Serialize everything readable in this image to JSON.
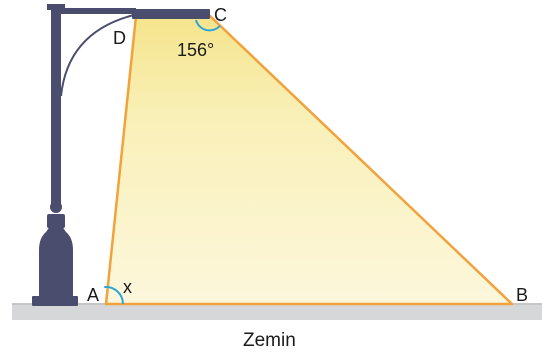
{
  "points": {
    "a": "A",
    "b": "B",
    "c": "C",
    "d": "D"
  },
  "angles": {
    "x_label": "x",
    "c_label": "156°"
  },
  "ground": {
    "label": "Zemin"
  },
  "colors": {
    "light_fill": "#fbf4c9",
    "light_fill_top": "#f6e99a",
    "edge_orange": "#f2a23c",
    "lamp_post": "#4a4d6e",
    "ground": "#cfd1d3",
    "angle_arc": "#2aa6d6"
  }
}
